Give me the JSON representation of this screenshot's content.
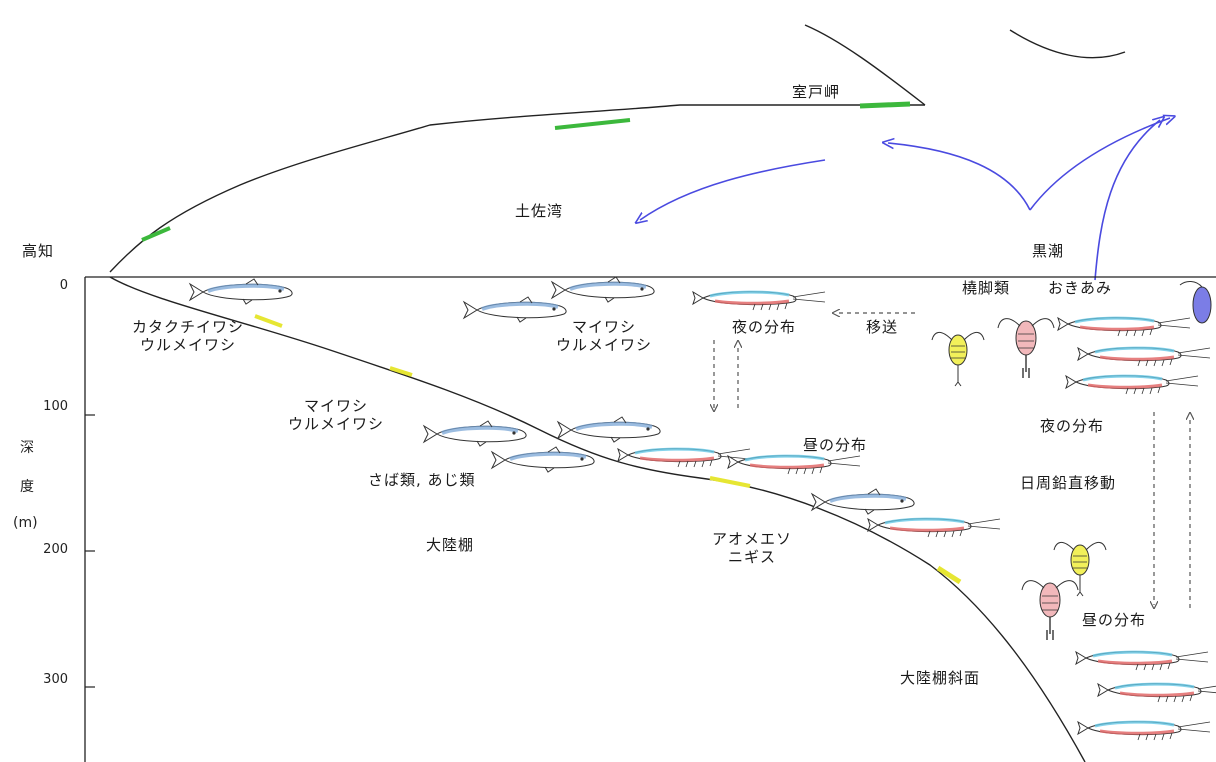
{
  "map": {
    "place_labels": {
      "muroto": "室戸岬",
      "tosa_bay": "土佐湾",
      "kochi": "高知",
      "kuroshio": "黒潮"
    }
  },
  "depth_axis": {
    "label_chars": [
      "深",
      "度"
    ],
    "unit": "(m)",
    "ticks": [
      "0",
      "100",
      "200",
      "300"
    ]
  },
  "organisms": {
    "sardines_shelf_edge": "カタクチイワシ\nウルメイワシ",
    "sardines_surface": "マイワシ\nウルメイワシ",
    "sardines_mid": "マイワシ\nウルメイワシ",
    "mackerel": "さば類, あじ類",
    "shrimp": "アオメエソ\nニギス",
    "copepods": "橈脚類",
    "krill": "おきあみ"
  },
  "zones": {
    "shelf": "大陸棚",
    "slope": "大陸棚斜面"
  },
  "distribution": {
    "night_center": "夜の分布",
    "day_center": "昼の分布",
    "transport": "移送",
    "night_right": "夜の分布",
    "diel_migration": "日周鉛直移動",
    "day_right": "昼の分布"
  },
  "colors": {
    "current_arrow": "#4a4ae0",
    "fish_body": "#7aa6d6",
    "shrimp_body": "#e26a6a",
    "shrimp_back": "#66c8e6",
    "coast_green": "#3cb83c",
    "coast_yellow": "#e6e633"
  }
}
